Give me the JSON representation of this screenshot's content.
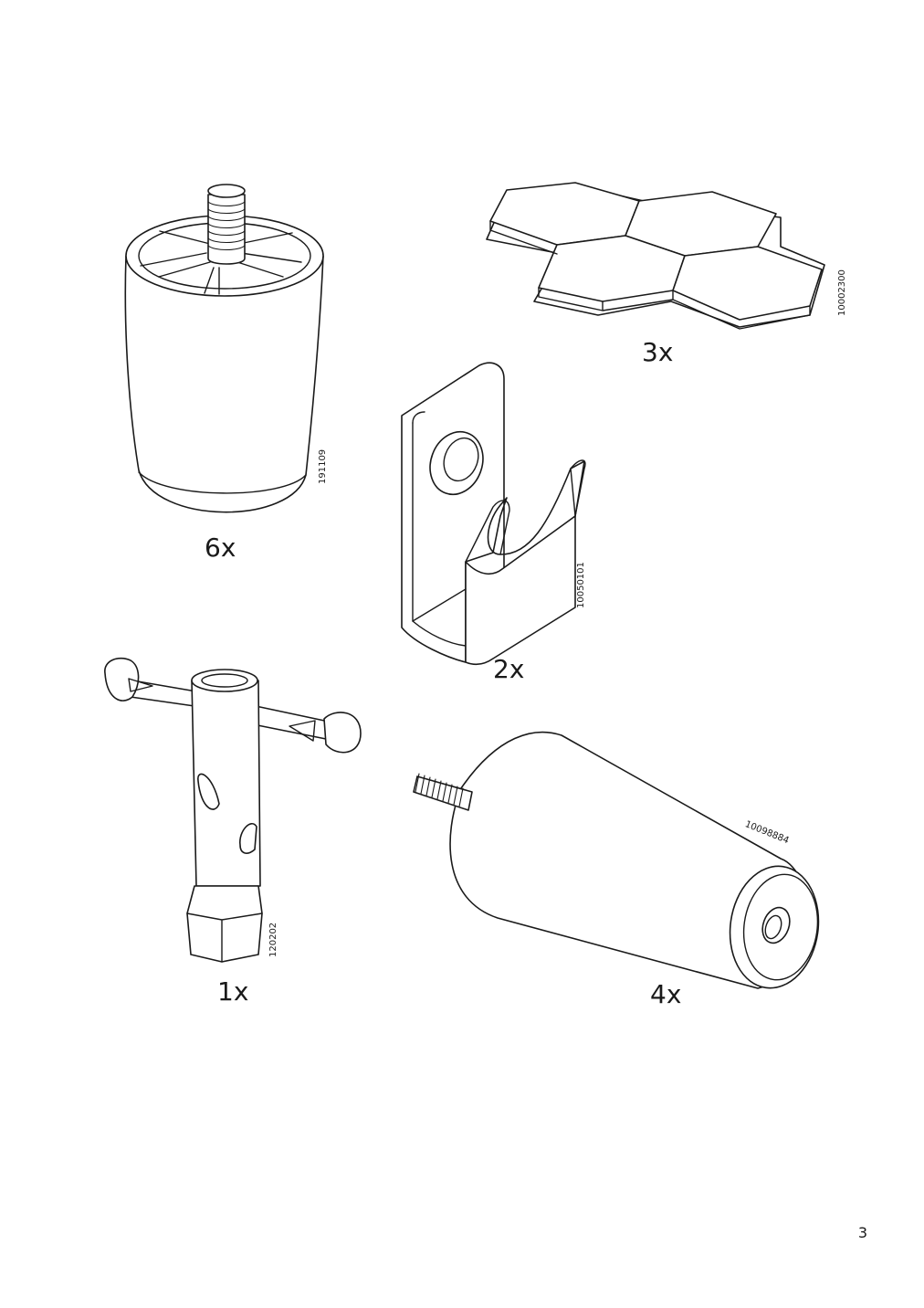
{
  "page_number": "3",
  "parts": [
    {
      "name": "cylinder-leg",
      "quantity": "6x",
      "code": "191109"
    },
    {
      "name": "hexagon-felt-pads",
      "quantity": "3x",
      "code": "10002300"
    },
    {
      "name": "bracket",
      "quantity": "2x",
      "code": "10050101"
    },
    {
      "name": "cross-wrench",
      "quantity": "1x",
      "code": "120202"
    },
    {
      "name": "tapered-leg",
      "quantity": "4x",
      "code": "10098884"
    }
  ]
}
